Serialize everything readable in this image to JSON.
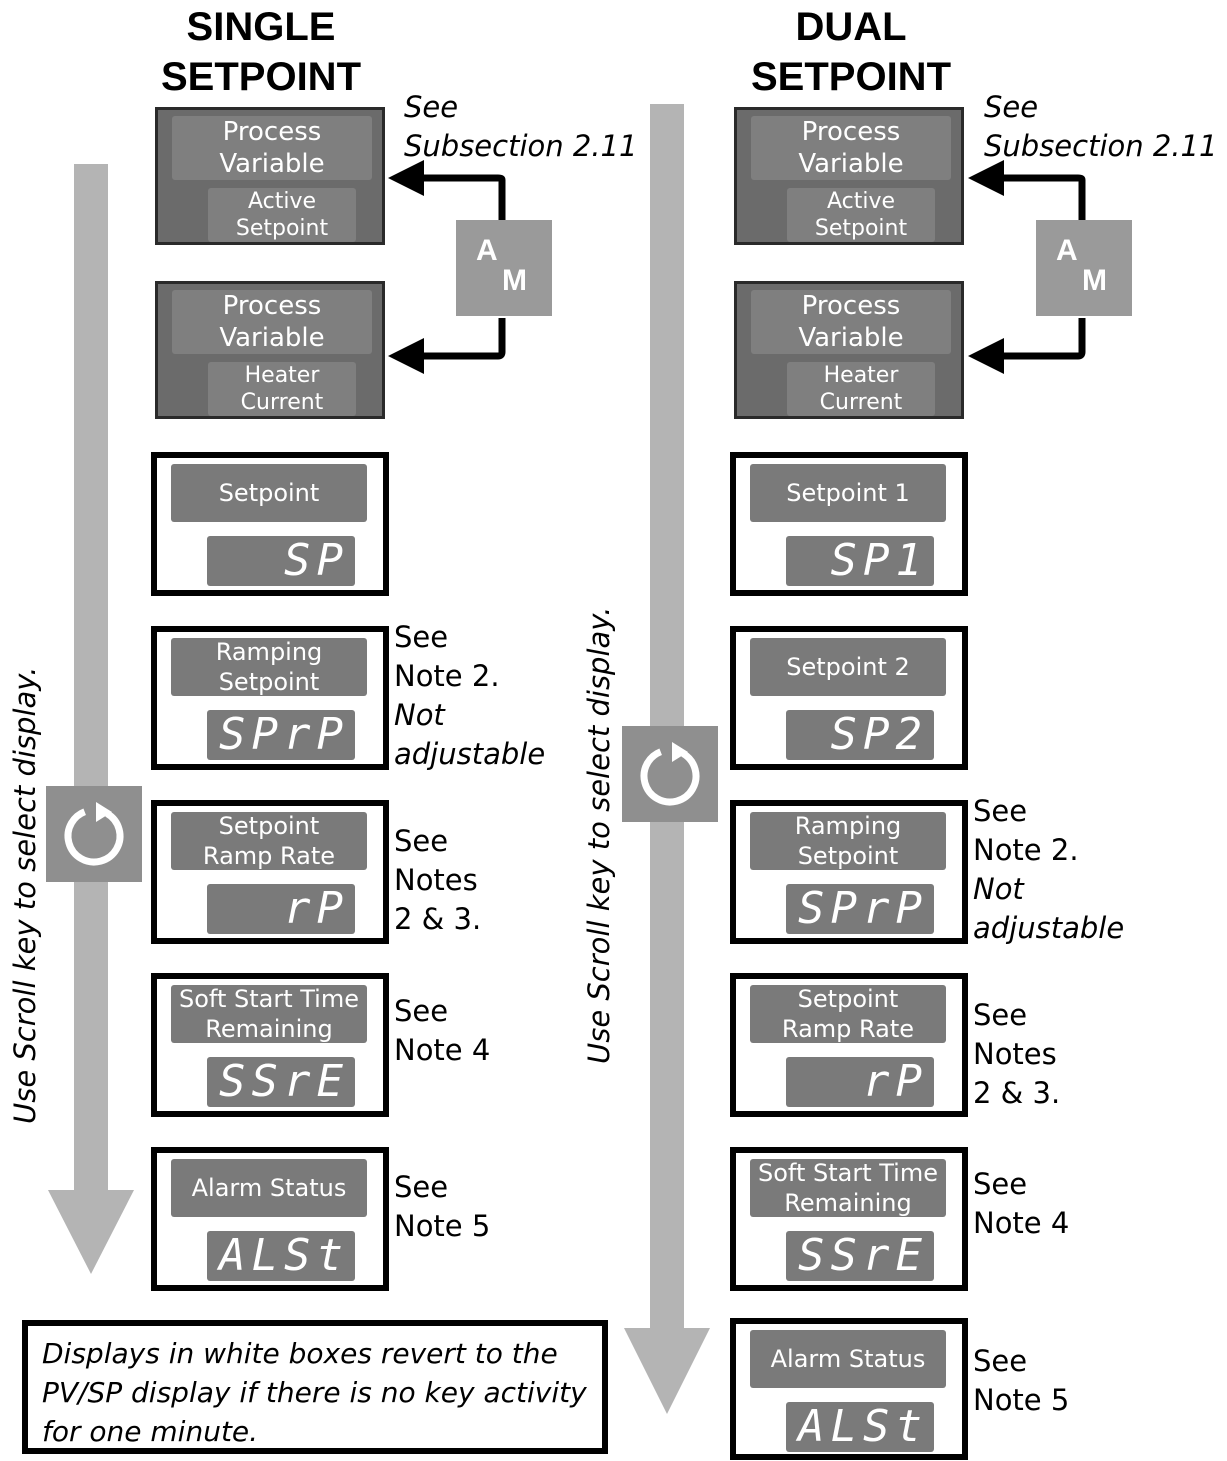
{
  "headers": {
    "single": [
      "SINGLE",
      "SETPOINT"
    ],
    "dual": [
      "DUAL",
      "SETPOINT"
    ]
  },
  "see_subsection": [
    "See",
    "Subsection 2.11"
  ],
  "am_key": {
    "a": "A",
    "m": "M"
  },
  "scroll_instruction": "Use Scroll key to select display.",
  "dark_boxes": {
    "pv_active": {
      "pv": [
        "Process",
        "Variable"
      ],
      "sub": [
        "Active",
        "Setpoint"
      ]
    },
    "pv_heater": {
      "pv": [
        "Process",
        "Variable"
      ],
      "sub": [
        "Heater",
        "Current"
      ]
    }
  },
  "single": [
    {
      "label": [
        "Setpoint"
      ],
      "code": "SP"
    },
    {
      "label": [
        "Ramping",
        "Setpoint"
      ],
      "code": "SPrP",
      "note": [
        "See",
        "Note 2."
      ],
      "note_italic": [
        "Not",
        "adjustable"
      ]
    },
    {
      "label": [
        "Setpoint",
        "Ramp Rate"
      ],
      "code": "rP",
      "note": [
        "See",
        "Notes",
        "2 & 3."
      ]
    },
    {
      "label": [
        "Soft Start Time",
        "Remaining"
      ],
      "code": "SSrE",
      "note": [
        "See",
        "Note 4"
      ]
    },
    {
      "label": [
        "Alarm Status"
      ],
      "code": "ALSt",
      "note": [
        "See",
        "Note 5"
      ]
    }
  ],
  "dual": [
    {
      "label": [
        "Setpoint 1"
      ],
      "code": "SP1"
    },
    {
      "label": [
        "Setpoint 2"
      ],
      "code": "SP2"
    },
    {
      "label": [
        "Ramping",
        "Setpoint"
      ],
      "code": "SPrP",
      "note": [
        "See",
        "Note 2."
      ],
      "note_italic": [
        "Not",
        "adjustable"
      ]
    },
    {
      "label": [
        "Setpoint",
        "Ramp Rate"
      ],
      "code": "rP",
      "note": [
        "See",
        "Notes",
        "2 & 3."
      ]
    },
    {
      "label": [
        "Soft Start Time",
        "Remaining"
      ],
      "code": "SSrE",
      "note": [
        "See",
        "Note 4"
      ]
    },
    {
      "label": [
        "Alarm Status"
      ],
      "code": "ALSt",
      "note": [
        "See",
        "Note 5"
      ]
    }
  ],
  "footer": [
    "Displays in white boxes revert to the",
    "PV/SP display if there is no key activity",
    "for one minute."
  ],
  "colors": {
    "dark_box": "#6b6b6b",
    "label": "#7a7a7a",
    "arrow": "#b4b4b4",
    "key": "#9a9a9a"
  }
}
